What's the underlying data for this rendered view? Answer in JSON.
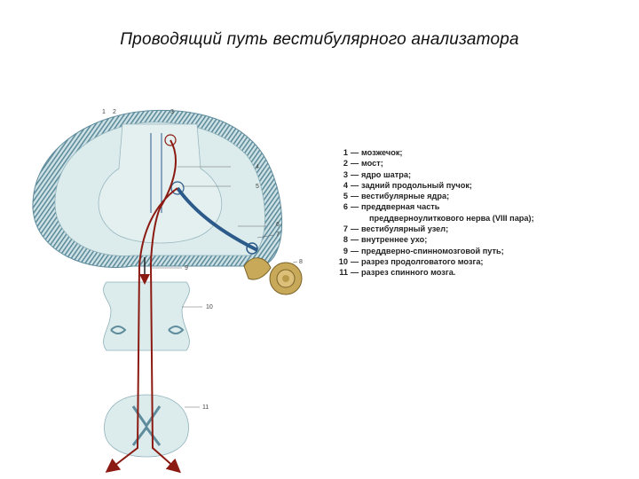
{
  "title": "Проводящий путь вестибулярного анализатора",
  "diagram_labels": [
    "1",
    "2",
    "3",
    "4",
    "5",
    "6",
    "7",
    "8",
    "9",
    "10",
    "11"
  ],
  "legend": [
    {
      "num": "1",
      "dash": "—",
      "text": "мозжечок;"
    },
    {
      "num": "2",
      "dash": "—",
      "text": "мост;"
    },
    {
      "num": "3",
      "dash": "—",
      "text": "ядро шатра;"
    },
    {
      "num": "4",
      "dash": "—",
      "text": "задний продольный пучок;"
    },
    {
      "num": "5",
      "dash": "—",
      "text": "вестибулярные ядра;"
    },
    {
      "num": "6",
      "dash": "—",
      "text": "преддверная часть",
      "cont": "преддверноулиткового нерва (VIII пара);"
    },
    {
      "num": "7",
      "dash": "—",
      "text": "вестибулярный узел;"
    },
    {
      "num": "8",
      "dash": "—",
      "text": "внутреннее ухо;"
    },
    {
      "num": "9",
      "dash": "—",
      "text": "преддверно-спинномозговой путь;"
    },
    {
      "num": "10",
      "dash": "—",
      "text": "разрез продолговатого мозга;"
    },
    {
      "num": "11",
      "dash": "—",
      "text": "разрез спинного мозга."
    }
  ],
  "colors": {
    "pathway": "#8b1a12",
    "nerve": "#2c5a8a",
    "tissue": "#dcecec",
    "cortex": "#6e9aa8",
    "ear": "#b89a4a"
  }
}
